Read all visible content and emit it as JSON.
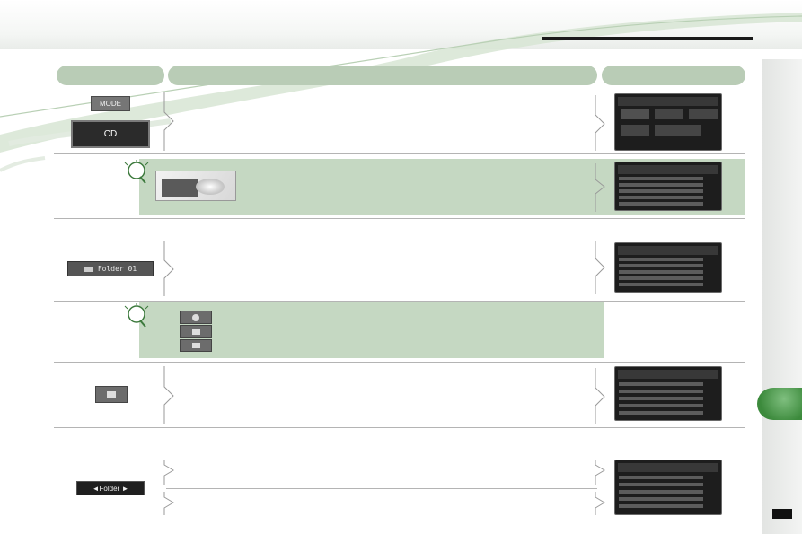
{
  "colors": {
    "section_header": "#b9ccb6",
    "tip_highlight": "#c5d8c2",
    "chapter_tab": "#3c8a3c",
    "page_marker": "#111111"
  },
  "row1": {
    "mode_label": "MODE",
    "cd_label": "CD"
  },
  "row3": {
    "folder_label": "Folder 01"
  },
  "row6": {
    "nav_label": "◄Folder ►"
  },
  "icons": [
    "tip-bulb-icon",
    "chevron-right-icon",
    "disc-icon",
    "folder-icon"
  ]
}
